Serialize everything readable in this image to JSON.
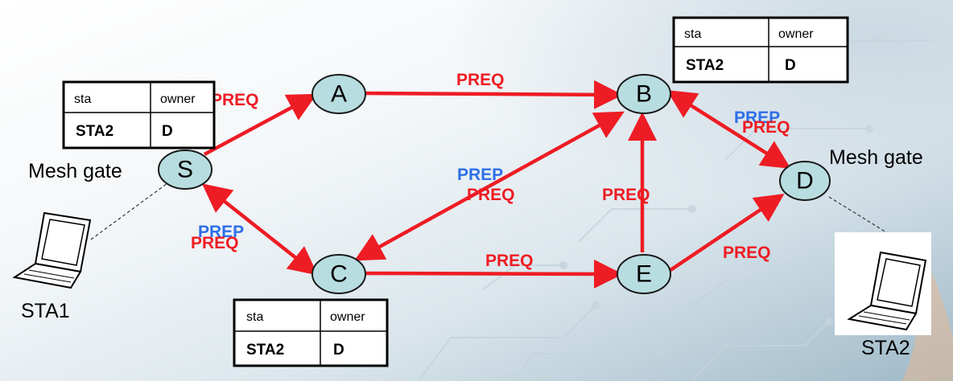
{
  "nodes": {
    "S": "S",
    "A": "A",
    "B": "B",
    "C": "C",
    "D": "D",
    "E": "E"
  },
  "stations": {
    "sta1": "STA1",
    "sta2": "STA2"
  },
  "captions": {
    "mesh_gate_left": "Mesh gate",
    "mesh_gate_right": "Mesh gate"
  },
  "messages": {
    "preq": "PREQ",
    "prep": "PREP",
    "prep_partial": "PREP"
  },
  "tables": {
    "header_sta": "sta",
    "header_owner": "owner",
    "row_sta": "STA2",
    "row_owner": "D"
  },
  "colors": {
    "preq": "#ee1c24",
    "prep": "#2f6fe8",
    "node_fill": "#b8dde0"
  }
}
